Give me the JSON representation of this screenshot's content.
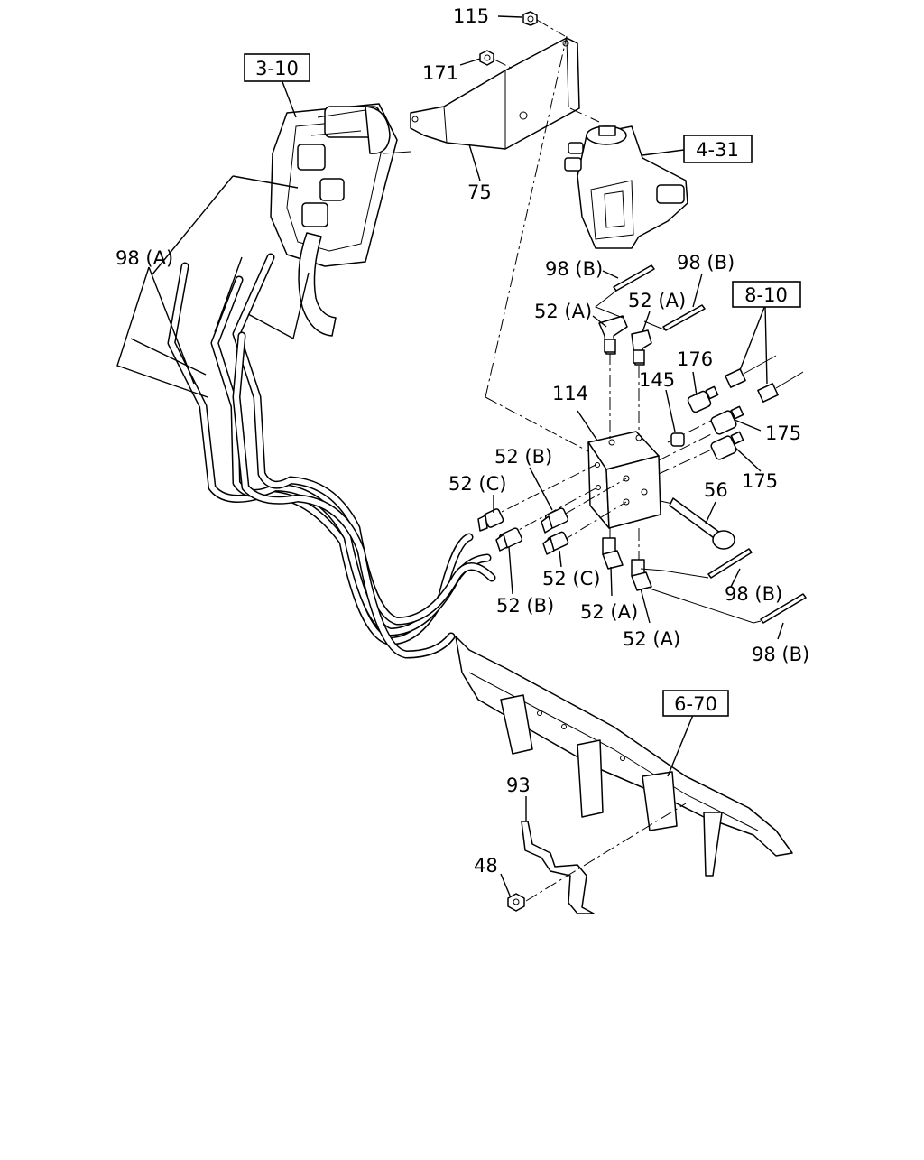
{
  "diagram": {
    "callouts": {
      "c115": "115",
      "c171": "171",
      "c75": "75",
      "c98a": "98 (A)",
      "c98b_1": "98 (B)",
      "c98b_2": "98 (B)",
      "c98b_3": "98 (B)",
      "c98b_4": "98 (B)",
      "c52a_1": "52 (A)",
      "c52a_2": "52 (A)",
      "c52a_3": "52 (A)",
      "c52a_4": "52 (A)",
      "c52b_1": "52 (B)",
      "c52b_2": "52 (B)",
      "c52c_1": "52 (C)",
      "c52c_2": "52 (C)",
      "c114": "114",
      "c145": "145",
      "c176": "176",
      "c175_1": "175",
      "c175_2": "175",
      "c56": "56",
      "c93": "93",
      "c48": "48"
    },
    "references": {
      "r310": "3-10",
      "r431": "4-31",
      "r810": "8-10",
      "r670": "6-70"
    }
  }
}
